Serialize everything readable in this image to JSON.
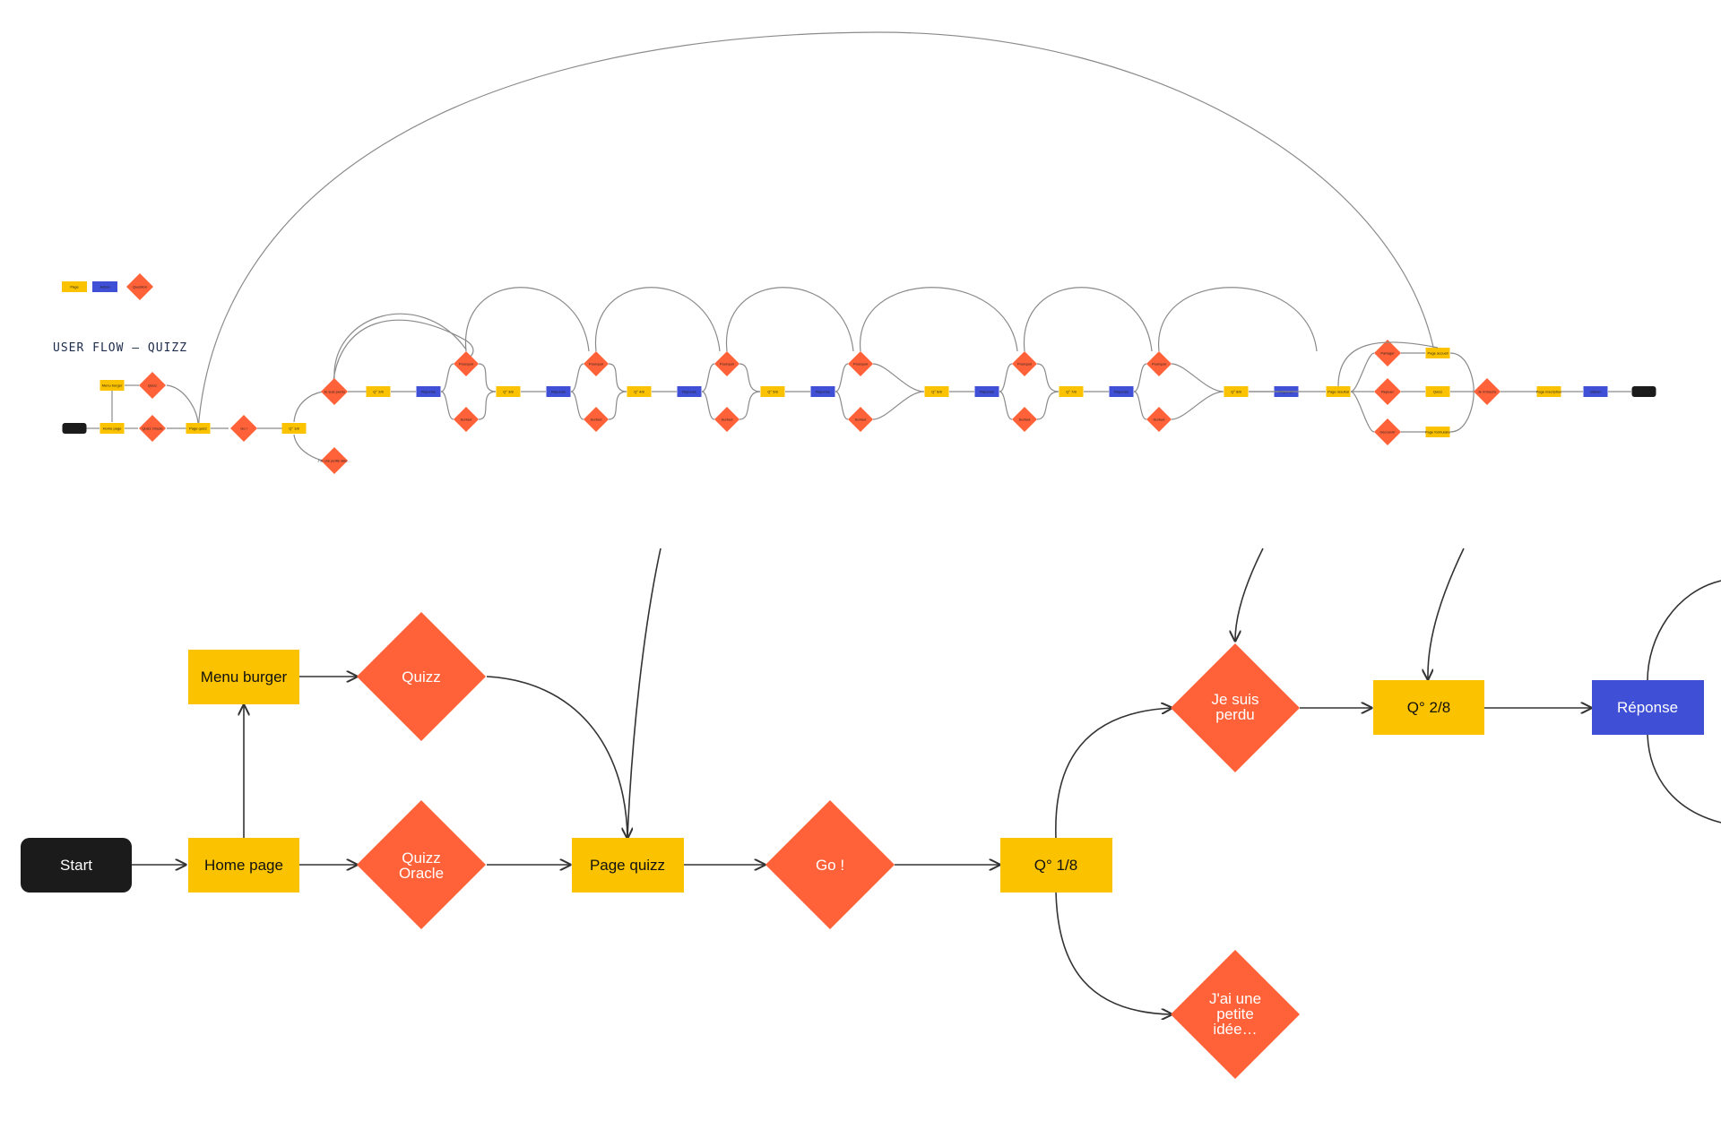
{
  "colors": {
    "page": "#fbc200",
    "action": "#3f4fd6",
    "question": "#ff6238",
    "terminal": "#1b1b1b",
    "white": "#ffffff",
    "ink": "#111111"
  },
  "overview": {
    "title": "USER FLOW – QUIZZ",
    "legend": {
      "page": "Page",
      "action": "Action",
      "question": "Question"
    },
    "nodes": [
      {
        "id": "o-start",
        "shape": "rounded",
        "kind": "terminal",
        "label": "Start"
      },
      {
        "id": "o-home",
        "shape": "rect",
        "kind": "page",
        "label": "Home page"
      },
      {
        "id": "o-menu",
        "shape": "rect",
        "kind": "page",
        "label": "Menu burger"
      },
      {
        "id": "o-quizz",
        "shape": "diamond",
        "kind": "question",
        "label": "Quizz"
      },
      {
        "id": "o-oracle",
        "shape": "diamond",
        "kind": "question",
        "label": "Quizz Oracle"
      },
      {
        "id": "o-pagequiz",
        "shape": "rect",
        "kind": "page",
        "label": "Page quizz"
      },
      {
        "id": "o-go",
        "shape": "diamond",
        "kind": "question",
        "label": "Go !"
      },
      {
        "id": "o-q1",
        "shape": "rect",
        "kind": "page",
        "label": "Q° 1/8"
      },
      {
        "id": "o-perdu",
        "shape": "diamond",
        "kind": "question",
        "label": "Je suis perdu"
      },
      {
        "id": "o-idee",
        "shape": "diamond",
        "kind": "question",
        "label": "J'ai une petite idée…"
      },
      {
        "id": "o-q2",
        "shape": "rect",
        "kind": "page",
        "label": "Q° 2/8"
      },
      {
        "id": "o-r2",
        "shape": "rect",
        "kind": "action",
        "label": "Réponse"
      },
      {
        "id": "o-q3",
        "shape": "rect",
        "kind": "page",
        "label": "Q° 3/8"
      },
      {
        "id": "o-r3",
        "shape": "rect",
        "kind": "action",
        "label": "Réponse"
      },
      {
        "id": "o-q4",
        "shape": "rect",
        "kind": "page",
        "label": "Q° 4/8"
      },
      {
        "id": "o-r4",
        "shape": "rect",
        "kind": "action",
        "label": "Réponse"
      },
      {
        "id": "o-q5",
        "shape": "rect",
        "kind": "page",
        "label": "Q° 5/8"
      },
      {
        "id": "o-r5",
        "shape": "rect",
        "kind": "action",
        "label": "Réponse"
      },
      {
        "id": "o-q6",
        "shape": "rect",
        "kind": "page",
        "label": "Q° 6/8"
      },
      {
        "id": "o-r6",
        "shape": "rect",
        "kind": "action",
        "label": "Réponse"
      },
      {
        "id": "o-q7",
        "shape": "rect",
        "kind": "page",
        "label": "Q° 7/8"
      },
      {
        "id": "o-r7",
        "shape": "rect",
        "kind": "action",
        "label": "Réponse"
      },
      {
        "id": "o-q8",
        "shape": "rect",
        "kind": "page",
        "label": "Q° 8/8"
      },
      {
        "id": "o-r8",
        "shape": "rect",
        "kind": "action",
        "label": "Réponse"
      },
      {
        "id": "o-resultat",
        "shape": "rect",
        "kind": "page",
        "label": "Page résultat"
      },
      {
        "id": "o-e1",
        "shape": "diamond",
        "kind": "question",
        "label": "Partager"
      },
      {
        "id": "o-e2",
        "shape": "diamond",
        "kind": "question",
        "label": "Rejouer"
      },
      {
        "id": "o-e3",
        "shape": "diamond",
        "kind": "question",
        "label": "Découvrir"
      },
      {
        "id": "o-accueil",
        "shape": "rect",
        "kind": "page",
        "label": "Page accueil"
      },
      {
        "id": "o-quizz2",
        "shape": "rect",
        "kind": "page",
        "label": "Quizz"
      },
      {
        "id": "o-formulaire",
        "shape": "rect",
        "kind": "page",
        "label": "Page formulaire"
      },
      {
        "id": "o-inscrire",
        "shape": "diamond",
        "kind": "question",
        "label": "Je m'inscris"
      },
      {
        "id": "o-confirm",
        "shape": "rect",
        "kind": "page",
        "label": "Page inscription"
      },
      {
        "id": "o-valider",
        "shape": "rect",
        "kind": "action",
        "label": "Valider"
      },
      {
        "id": "o-end",
        "shape": "rounded",
        "kind": "terminal",
        "label": "End"
      }
    ],
    "answers": [
      {
        "prefix": "p2",
        "top": "Pourquoi",
        "bottom": "Surtout"
      },
      {
        "prefix": "p3",
        "top": "Pourquoi",
        "bottom": "Surtout"
      },
      {
        "prefix": "p4",
        "top": "Pourquoi",
        "bottom": "Surtout"
      },
      {
        "prefix": "p5",
        "top": "Pourquoi",
        "bottom": "Surtout"
      },
      {
        "prefix": "p6",
        "top": "Pourquoi",
        "bottom": "Surtout"
      },
      {
        "prefix": "p7",
        "top": "Pourquoi",
        "bottom": "Surtout"
      }
    ]
  },
  "detail": {
    "start": "Start",
    "home": "Home page",
    "menu": "Menu burger",
    "quizz": "Quizz",
    "oracle": [
      "Quizz",
      "Oracle"
    ],
    "pagequiz": "Page quizz",
    "go": "Go !",
    "q1": "Q° 1/8",
    "perdu": [
      "Je suis",
      "perdu"
    ],
    "idee": [
      "J'ai une",
      "petite",
      "idée…"
    ],
    "q2": "Q° 2/8",
    "reponse": "Réponse"
  }
}
